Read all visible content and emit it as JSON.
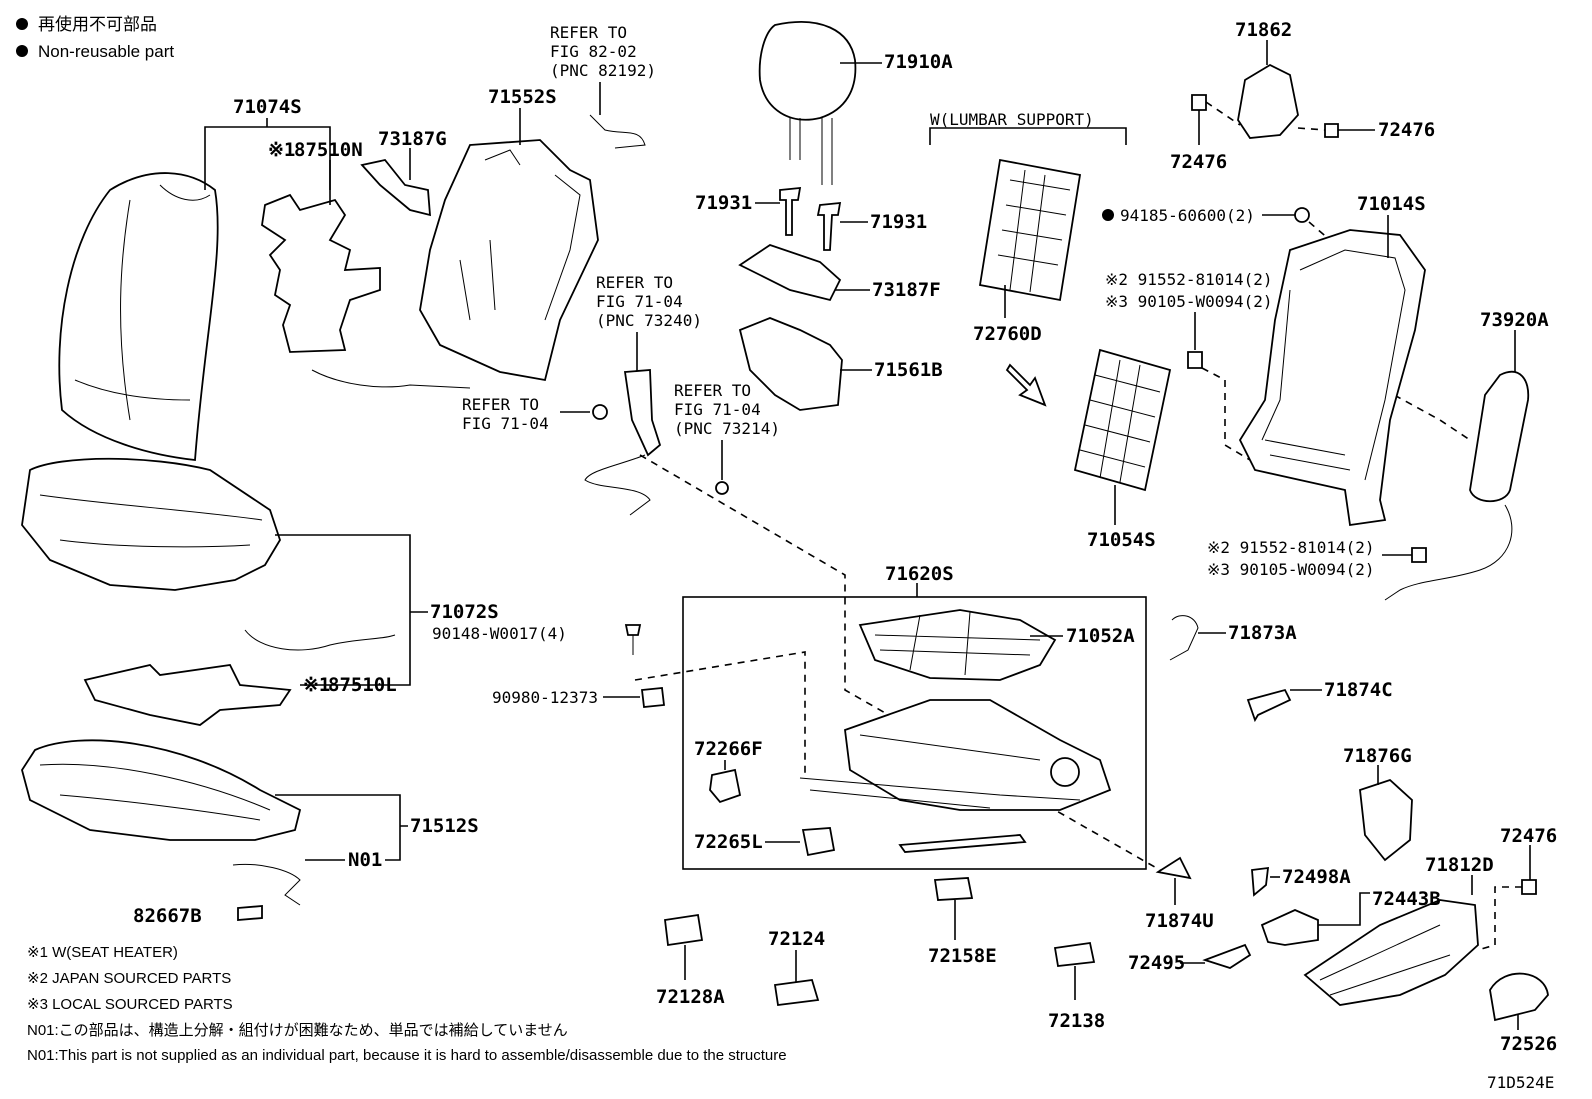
{
  "legend": {
    "jp": "再使用不可部品",
    "en": "Non-reusable part"
  },
  "parts": {
    "p71074S": "71074S",
    "p87510N": "87510N",
    "p87510N_mark": "※1",
    "p73187G": "73187G",
    "p71552S": "71552S",
    "p71910A": "71910A",
    "p71931a": "71931",
    "p71931b": "71931",
    "p73187F": "73187F",
    "p71561B": "71561B",
    "p71862": "71862",
    "p72476a": "72476",
    "p72476b": "72476",
    "p72476c": "72476",
    "p94185": "94185-60600(2)",
    "p71014S": "71014S",
    "p73920A": "73920A",
    "p72760D": "72760D",
    "p71054S": "71054S",
    "p91552a": "※2 91552-81014(2)",
    "p90105a": "※3 90105-W0094(2)",
    "p91552b": "※2 91552-81014(2)",
    "p90105b": "※3 90105-W0094(2)",
    "p71072S": "71072S",
    "p87510L": "87510L",
    "p87510L_mark": "※1",
    "p71512S": "71512S",
    "pN01": "N01",
    "p82667B": "82667B",
    "p71620S": "71620S",
    "p71052A": "71052A",
    "p90148": "90148-W0017(4)",
    "p90980": "90980-12373",
    "p72266F": "72266F",
    "p72265L": "72265L",
    "p71873A": "71873A",
    "p71874C": "71874C",
    "p71876G": "71876G",
    "p71812D": "71812D",
    "p72498A": "72498A",
    "p72443B": "72443B",
    "p71874U": "71874U",
    "p72495": "72495",
    "p72526": "72526",
    "p72158E": "72158E",
    "p72128A": "72128A",
    "p72124": "72124",
    "p72138": "72138"
  },
  "refs": {
    "r1": [
      "REFER TO",
      "FIG 82-02",
      "(PNC 82192)"
    ],
    "r2": [
      "REFER TO",
      "FIG 71-04",
      "(PNC 73240)"
    ],
    "r3": [
      "REFER TO",
      "FIG 71-04"
    ],
    "r4": [
      "REFER TO",
      "FIG 71-04",
      "(PNC 73214)"
    ]
  },
  "lumbar_label": "W(LUMBAR SUPPORT)",
  "notes": [
    "※1 W(SEAT HEATER)",
    "※2 JAPAN SOURCED PARTS",
    "※3 LOCAL SOURCED PARTS",
    "N01:この部品は、構造上分解・組付けが困難なため、単品では補給していません",
    "N01:This part is not supplied as an individual part, because it is hard to assemble/disassemble due to the structure"
  ],
  "figure_id": "71D524E"
}
